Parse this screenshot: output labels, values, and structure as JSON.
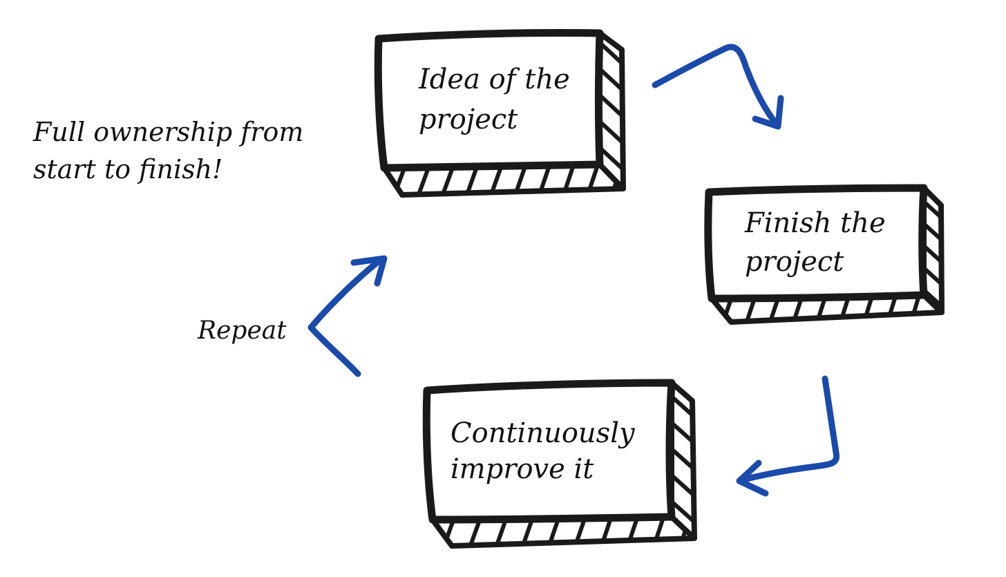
{
  "colors": {
    "ink": "#1a1a1a",
    "arrow": "#1a4aaa",
    "background": "#ffffff"
  },
  "note": {
    "line1": "Full ownership from",
    "line2": "start to finish!"
  },
  "repeat_label": "Repeat",
  "steps": [
    {
      "line1": "Idea of the",
      "line2": "project"
    },
    {
      "line1": "Finish the",
      "line2": "project"
    },
    {
      "line1": "Continuously",
      "line2": "improve it"
    }
  ]
}
